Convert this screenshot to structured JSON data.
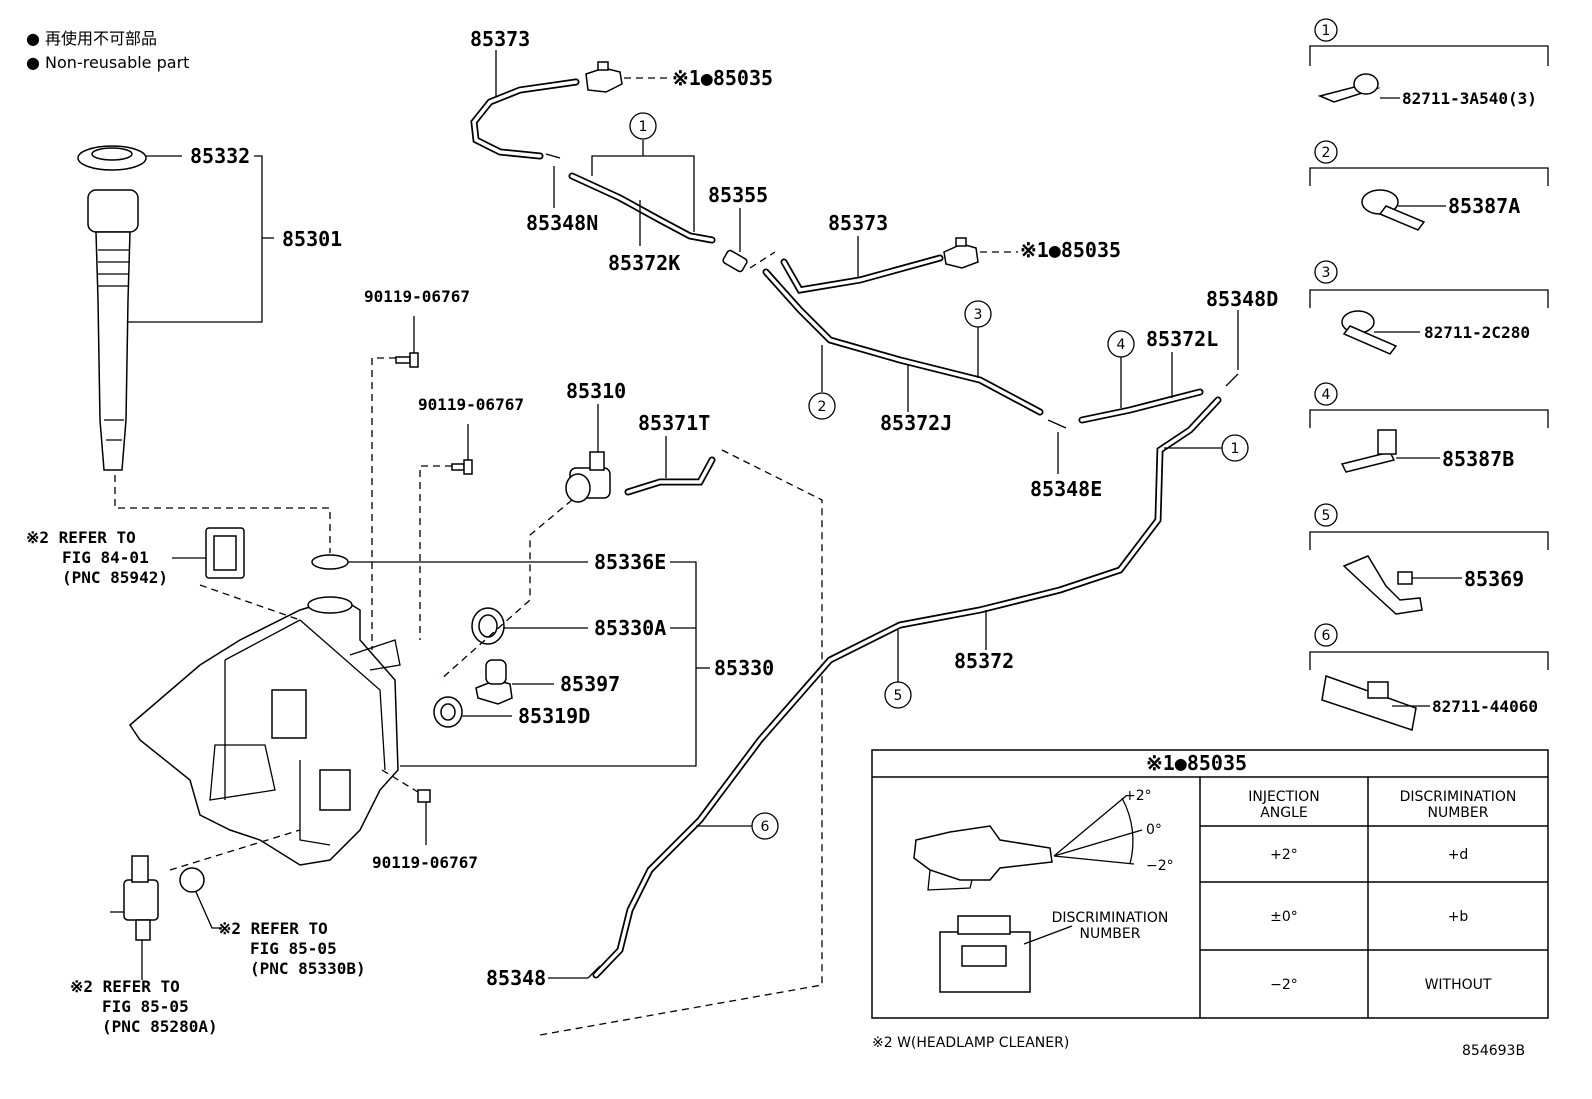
{
  "legend": {
    "line1": "● 再使用不可部品",
    "line2": "● Non-reusable part"
  },
  "labels": {
    "p85373_top": "85373",
    "p85035_top": "※1●85035",
    "p85332": "85332",
    "p85301": "85301",
    "p85348N": "85348N",
    "p85372K": "85372K",
    "p85355": "85355",
    "p85373_mid": "85373",
    "p85035_mid": "※1●85035",
    "p85348D": "85348D",
    "p85372L": "85372L",
    "p85372J": "85372J",
    "p85348E": "85348E",
    "p90119_a": "90119-06767",
    "p90119_b": "90119-06767",
    "p90119_c": "90119-06767",
    "p85310": "85310",
    "p85371T": "85371T",
    "p85336E": "85336E",
    "p85330A": "85330A",
    "p85330": "85330",
    "p85397": "85397",
    "p85319D": "85319D",
    "p85372": "85372",
    "p85348": "85348",
    "ref1_l1": "※2 REFER TO",
    "ref1_l2": "FIG 84-01",
    "ref1_l3": "(PNC 85942)",
    "ref2_l1": "※2 REFER TO",
    "ref2_l2": "FIG 85-05",
    "ref2_l3": "(PNC 85330B)",
    "ref3_l1": "※2 REFER TO",
    "ref3_l2": "FIG 85-05",
    "ref3_l3": "(PNC 85280A)"
  },
  "callouts": [
    "1",
    "2",
    "3",
    "4",
    "5",
    "6"
  ],
  "clips": [
    {
      "num": "1",
      "part": "82711-3A540(3)"
    },
    {
      "num": "2",
      "part": "85387A"
    },
    {
      "num": "3",
      "part": "82711-2C280"
    },
    {
      "num": "4",
      "part": "85387B"
    },
    {
      "num": "5",
      "part": "85369"
    },
    {
      "num": "6",
      "part": "82711-44060"
    }
  ],
  "table": {
    "title": "※1●85035",
    "col1": "INJECTION ANGLE",
    "col1_l1": "INJECTION",
    "col1_l2": "ANGLE",
    "col2_l1": "DISCRIMINATION",
    "col2_l2": "NUMBER",
    "rows": [
      {
        "angle": "+2°",
        "number": "+d"
      },
      {
        "angle": "±0°",
        "number": "+b"
      },
      {
        "angle": "−2°",
        "number": "WITHOUT"
      }
    ],
    "angle_plus": "+2°",
    "angle_zero": "0°",
    "angle_minus": "−2°",
    "disc_l1": "DISCRIMINATION",
    "disc_l2": "NUMBER"
  },
  "footnote": "※2 W(HEADLAMP CLEANER)",
  "figure_code": "854693B"
}
